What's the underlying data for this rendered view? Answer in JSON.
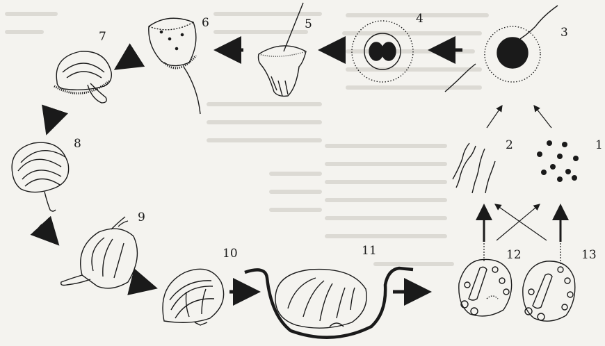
{
  "stages": [
    {
      "id": "1",
      "label": "1"
    },
    {
      "id": "2",
      "label": "2"
    },
    {
      "id": "3",
      "label": "3"
    },
    {
      "id": "4",
      "label": "4"
    },
    {
      "id": "5",
      "label": "5"
    },
    {
      "id": "6",
      "label": "6"
    },
    {
      "id": "7",
      "label": "7"
    },
    {
      "id": "8",
      "label": "8"
    },
    {
      "id": "9",
      "label": "9"
    },
    {
      "id": "10",
      "label": "10"
    },
    {
      "id": "11",
      "label": "11"
    },
    {
      "id": "12",
      "label": "12"
    },
    {
      "id": "13",
      "label": "13"
    }
  ],
  "colors": {
    "ink": "#1a1a1a",
    "background": "#f4f3ef",
    "faded_text": "#c9c7c1"
  }
}
